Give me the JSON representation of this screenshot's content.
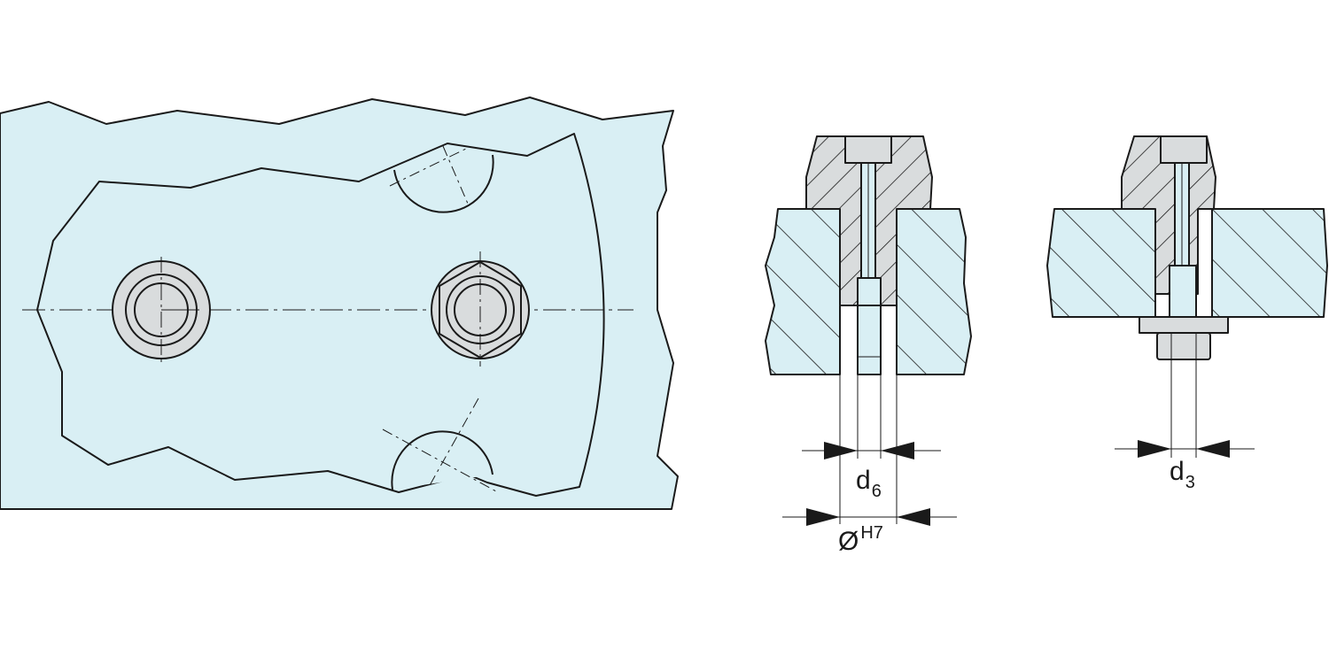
{
  "colors": {
    "part_fill": "#d9eff4",
    "insert_fill": "#d9dcdd",
    "outline": "#1a1a1a",
    "background": "#ffffff"
  },
  "labels": {
    "d6": {
      "symbol": "d",
      "subscript": "6"
    },
    "diameter_fit": {
      "symbol": "Ø",
      "superscript": "H7"
    },
    "d3": {
      "symbol": "d",
      "subscript": "3"
    }
  }
}
